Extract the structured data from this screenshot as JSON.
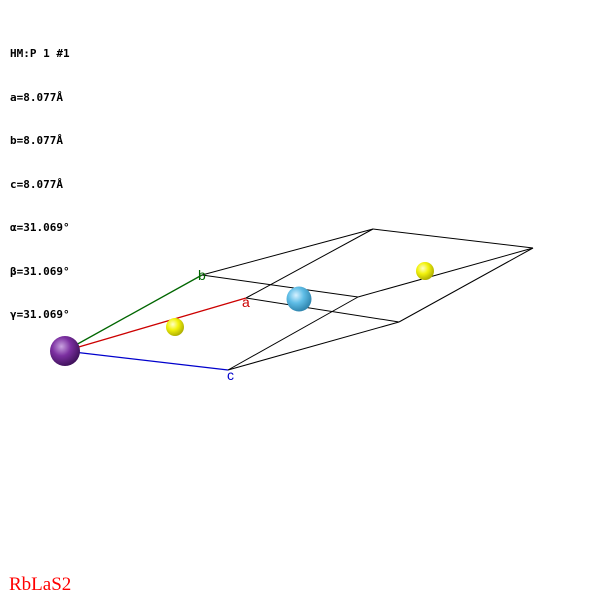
{
  "info": {
    "space_group": "HM:P 1 #1",
    "a": "a=8.077Å",
    "b": "b=8.077Å",
    "c": "c=8.077Å",
    "alpha": "α=31.069°",
    "beta": "β=31.069°",
    "gamma": "γ=31.069°"
  },
  "axes": {
    "a_label": "a",
    "b_label": "b",
    "c_label": "c",
    "a_color": "#cc0000",
    "b_color": "#006600",
    "c_color": "#0000cc"
  },
  "atoms": {
    "rb_color": "#7b2fa0",
    "la_color": "#5fbde6",
    "s_color": "#f2f20c"
  },
  "formula": "RbLaS2",
  "formula_color": "#ff0000"
}
